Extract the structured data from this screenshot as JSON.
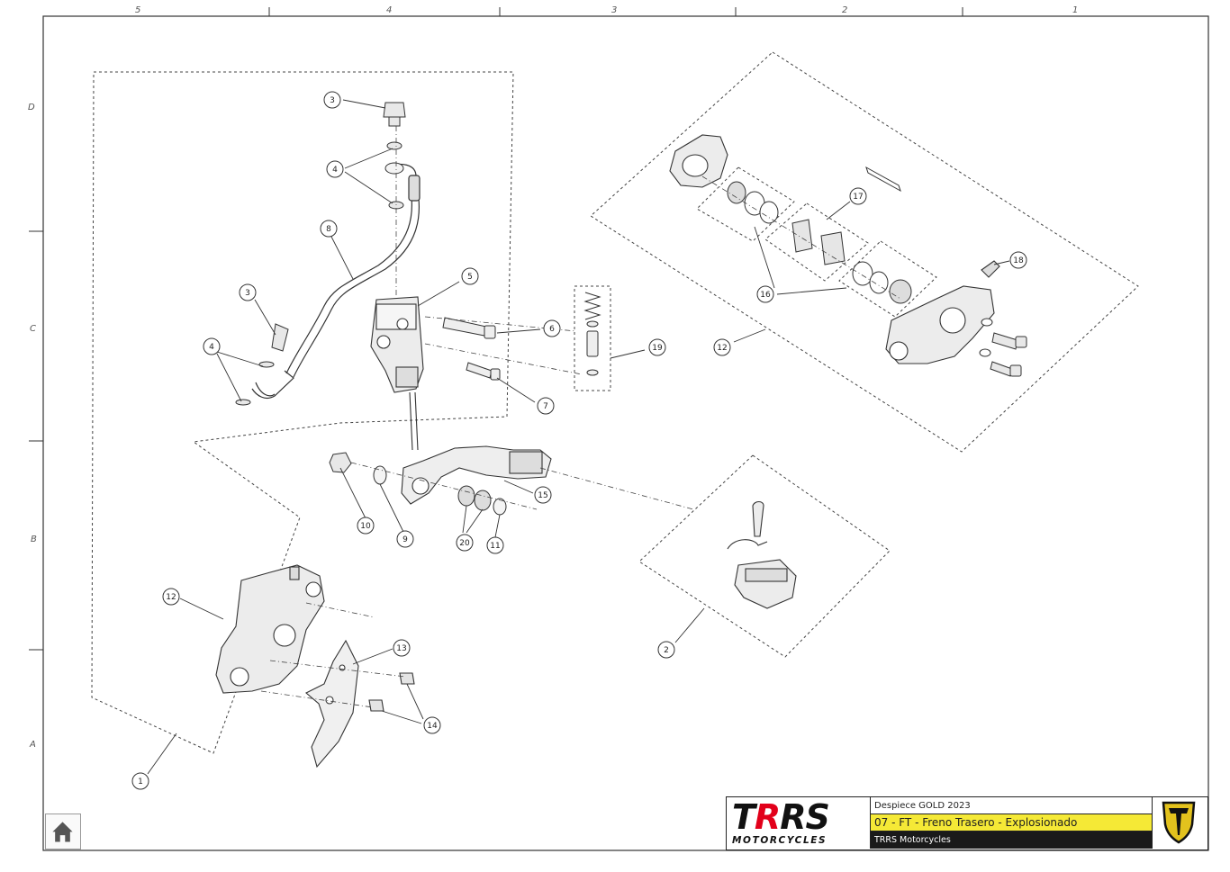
{
  "sheet": {
    "top_zones": [
      "5",
      "4",
      "3",
      "2",
      "1"
    ],
    "side_zones": [
      "D",
      "C",
      "B",
      "A"
    ]
  },
  "callouts": [
    "1",
    "2",
    "3",
    "3",
    "4",
    "4",
    "5",
    "6",
    "7",
    "8",
    "9",
    "10",
    "11",
    "12",
    "12",
    "13",
    "14",
    "15",
    "16",
    "17",
    "18",
    "19",
    "20"
  ],
  "title_block": {
    "brand": "TRRS",
    "brand_sub": "MOTORCYCLES",
    "row1": "Despiece GOLD 2023",
    "row2": "07 - FT - Freno Trasero - Explosionado",
    "row3": "TRRS Motorcycles"
  },
  "home_button": {
    "icon": "home-icon"
  },
  "colors": {
    "accent_yellow": "#f5e936",
    "brand_red": "#e2001a",
    "dark": "#1a1a1a",
    "emblem_gold": "#e3c21d"
  }
}
